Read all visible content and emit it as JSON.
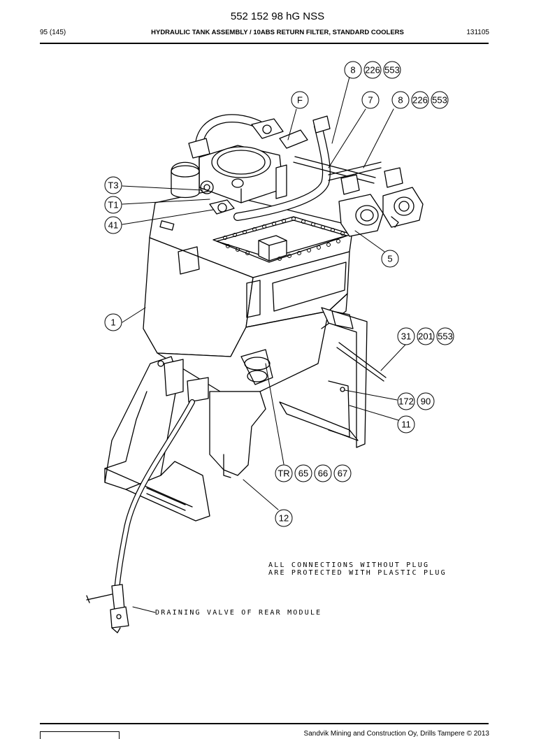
{
  "document": {
    "title": "552 152 98 hG NSS",
    "page": "95 (145)",
    "heading": "HYDRAULIC TANK ASSEMBLY / 10ABS RETURN FILTER, STANDARD COOLERS",
    "date_code": "131105",
    "footer": "Sandvik Mining and Construction Oy, Drills Tampere © 2013"
  },
  "callouts": {
    "top_row": [
      "8",
      "226",
      "553"
    ],
    "f": "F",
    "seven": "7",
    "second_row": [
      "8",
      "226",
      "553"
    ],
    "t3": "T3",
    "t1": "T1",
    "c41": "41",
    "c5": "5",
    "c1": "1",
    "row31": [
      "31",
      "201",
      "553"
    ],
    "row172": [
      "172",
      "90"
    ],
    "c11": "11",
    "rowTR": [
      "TR",
      "65",
      "66",
      "67"
    ],
    "c12": "12"
  },
  "notes": {
    "line1": "ALL CONNECTIONS WITHOUT PLUG",
    "line2": "ARE PROTECTED WITH PLASTIC PLUG",
    "drain": "DRAINING VALVE OF REAR MODULE"
  }
}
